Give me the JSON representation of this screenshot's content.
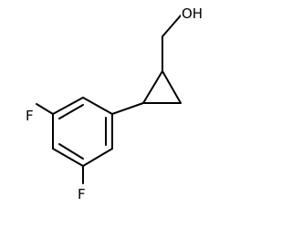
{
  "molecule": {
    "labels": {
      "hydroxyl": "OH",
      "fluorine_top": "F",
      "fluorine_bottom": "F"
    },
    "colors": {
      "bond": "#000000",
      "text": "#000000",
      "background": "#ffffff"
    }
  }
}
